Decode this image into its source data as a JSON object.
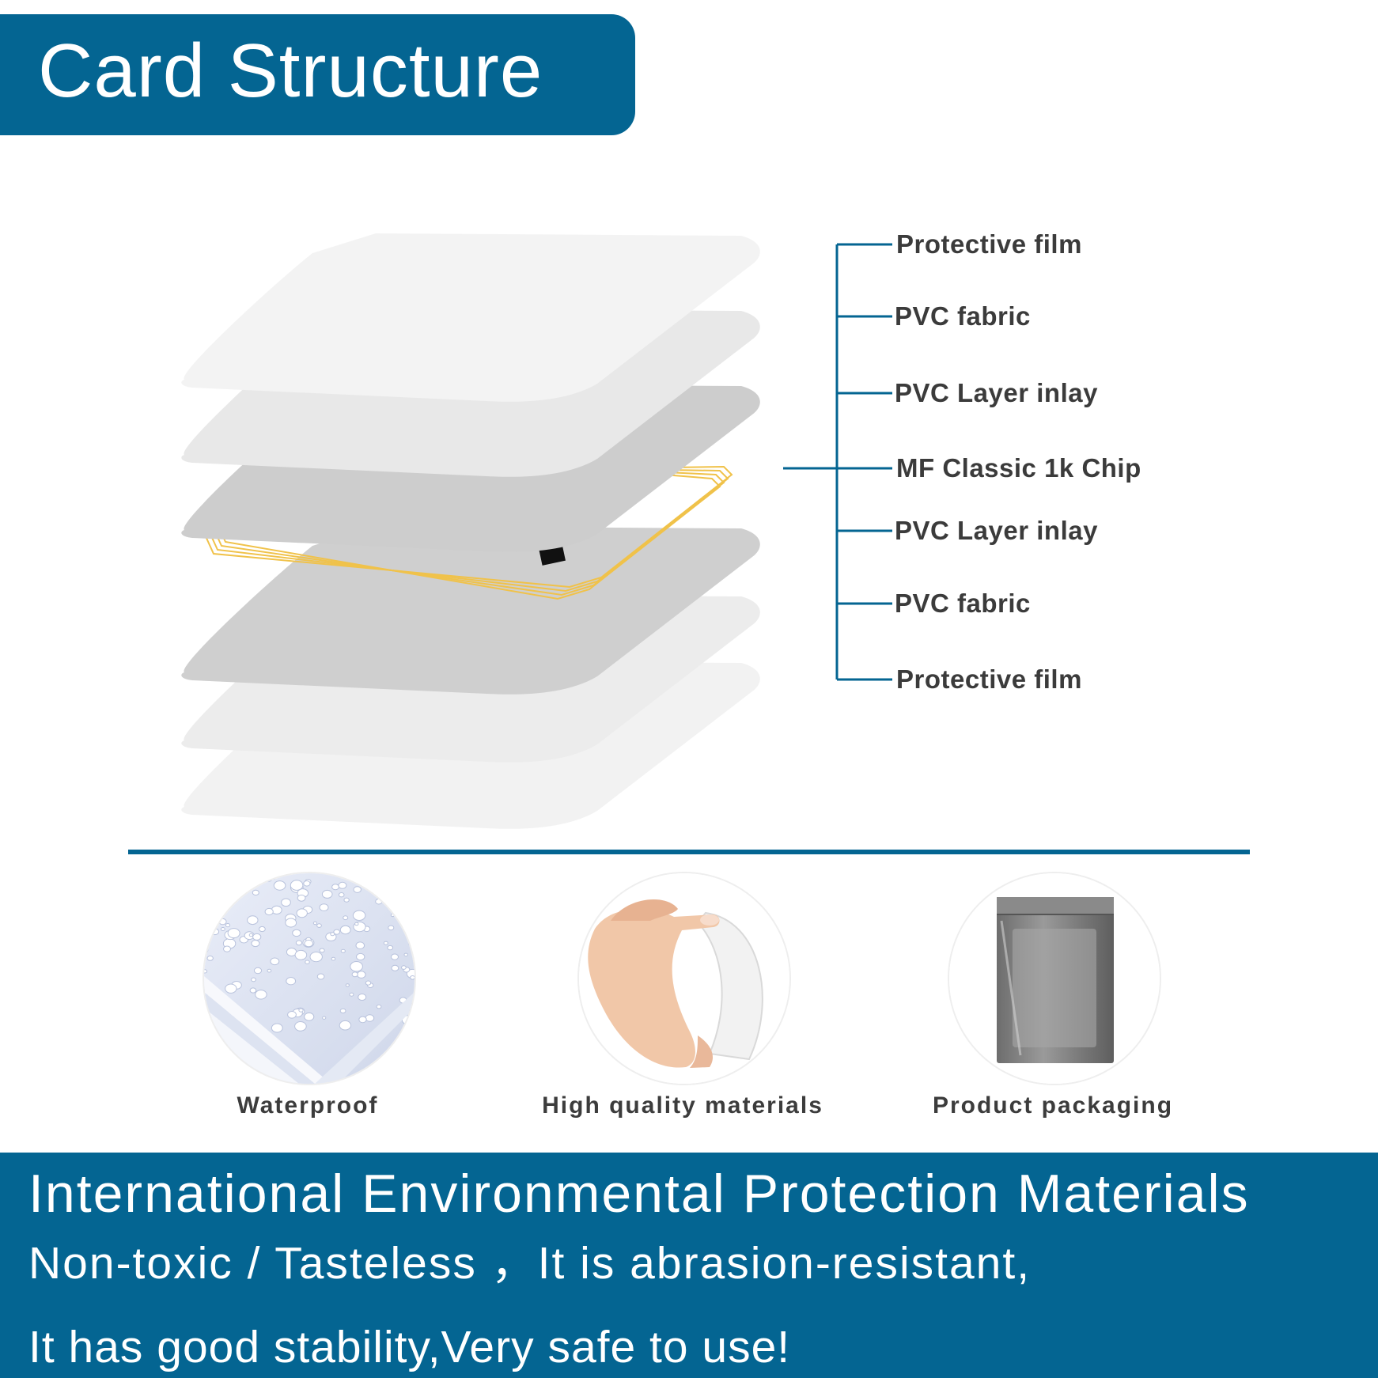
{
  "header": {
    "title": "Card Structure"
  },
  "structure": {
    "labels": [
      "Protective film",
      "PVC fabric",
      "PVC Layer inlay",
      "MF Classic 1k Chip",
      "PVC Layer inlay",
      "PVC fabric",
      "Protective film"
    ]
  },
  "features": [
    {
      "label": "Waterproof",
      "icon": "water-droplets-card-image"
    },
    {
      "label": "High quality materials",
      "icon": "hand-bending-card-image"
    },
    {
      "label": "Product packaging",
      "icon": "foil-bag-image"
    }
  ],
  "footer": {
    "line1": "International Environmental Protection Materials",
    "line2": "Non-toxic / Tasteless ，It is abrasion-resistant,",
    "line3": "It has good stability,Very safe to use!"
  },
  "colors": {
    "brand": "#046592",
    "coil": "#f0c24a",
    "label_text": "#3b3b3b"
  }
}
